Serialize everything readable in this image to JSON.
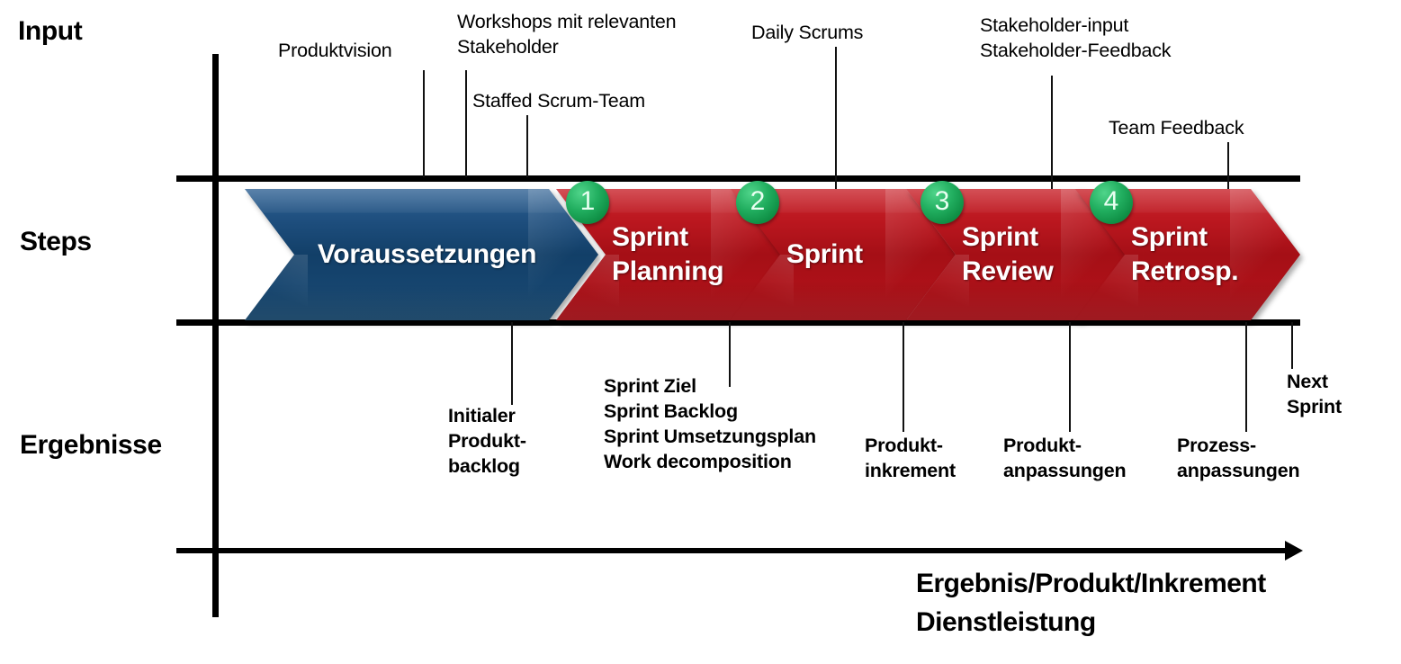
{
  "rows": {
    "input_label": "Input",
    "steps_label": "Steps",
    "results_label": "Ergebnisse"
  },
  "colors": {
    "blue": "#123f68",
    "red": "#a50f16",
    "badge_green": "#0f8f45",
    "axis": "#000000"
  },
  "steps": [
    {
      "label": "Voraussetzungen",
      "badge": "",
      "type": "blue"
    },
    {
      "label": "Sprint\nPlanning",
      "badge": "1",
      "type": "red"
    },
    {
      "label": "Sprint",
      "badge": "2",
      "type": "red"
    },
    {
      "label": "Sprint\nReview",
      "badge": "3",
      "type": "red"
    },
    {
      "label": "Sprint\nRetrosp.",
      "badge": "4",
      "type": "red"
    }
  ],
  "inputs": [
    {
      "text": "Produktvision"
    },
    {
      "text": "Workshops mit relevanten\nStakeholder"
    },
    {
      "text": "Staffed Scrum-Team"
    },
    {
      "text": "Daily Scrums"
    },
    {
      "text": "Stakeholder-input\nStakeholder-Feedback"
    },
    {
      "text": "Team Feedback"
    }
  ],
  "results": [
    {
      "text": "Initialer\nProdukt-\nbacklog"
    },
    {
      "text": "Sprint Ziel\nSprint Backlog\nSprint Umsetzungsplan\nWork decomposition"
    },
    {
      "text": "Produkt-\ninkrement"
    },
    {
      "text": "Produkt-\nanpassungen"
    },
    {
      "text": "Prozess-\nanpassungen"
    },
    {
      "text": "Next\nSprint"
    }
  ],
  "axis": {
    "caption": "Ergebnis/Produkt/Inkrement\nDienstleistung"
  }
}
